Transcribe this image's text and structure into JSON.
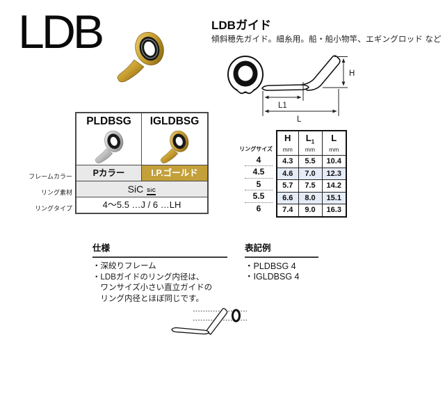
{
  "header": {
    "product_code": "LDB",
    "title": "LDBガイド",
    "description": "傾斜穂先ガイド。細糸用。船・船小物竿、エギングロッド など"
  },
  "diagram": {
    "h_label": "H",
    "l1_label": "L1",
    "l_label": "L"
  },
  "model_table": {
    "row_labels": {
      "frame_color": "フレームカラー",
      "ring_material": "リング素材",
      "ring_type": "リングタイプ"
    },
    "columns": [
      {
        "name": "PLDBSG",
        "frame_color": "Pカラー"
      },
      {
        "name": "IGLDBSG",
        "frame_color": "I.P.ゴールド"
      }
    ],
    "ring_material": "SiC",
    "ring_material_badge": "SiC",
    "ring_type": "4〜5.5 …J / 6 …LH"
  },
  "size_table": {
    "corner_label": "リングサイズ",
    "columns": [
      {
        "label": "H",
        "sub": "",
        "unit": "mm"
      },
      {
        "label": "L",
        "sub": "1",
        "unit": "mm"
      },
      {
        "label": "L",
        "sub": "",
        "unit": "mm"
      }
    ],
    "rows": [
      {
        "size": "4",
        "h": "4.3",
        "l1": "5.5",
        "l": "10.4"
      },
      {
        "size": "4.5",
        "h": "4.6",
        "l1": "7.0",
        "l": "12.3"
      },
      {
        "size": "5",
        "h": "5.7",
        "l1": "7.5",
        "l": "14.2"
      },
      {
        "size": "5.5",
        "h": "6.6",
        "l1": "8.0",
        "l": "15.1"
      },
      {
        "size": "6",
        "h": "7.4",
        "l1": "9.0",
        "l": "16.3"
      }
    ]
  },
  "specs": {
    "title": "仕様",
    "lines": [
      "・深絞りフレーム",
      "・LDBガイドのリング内径は、",
      "　ワンサイズ小さい直立ガイドの",
      "　リング内径とほぼ同じです。"
    ]
  },
  "notation": {
    "title": "表記例",
    "items": [
      "・PLDBSG 4",
      "・IGLDBSG 4"
    ]
  },
  "colors": {
    "gold_accent": "#c3a03a",
    "cell_gray": "#e9e9e9",
    "row_blue": "#e5ecf7"
  }
}
